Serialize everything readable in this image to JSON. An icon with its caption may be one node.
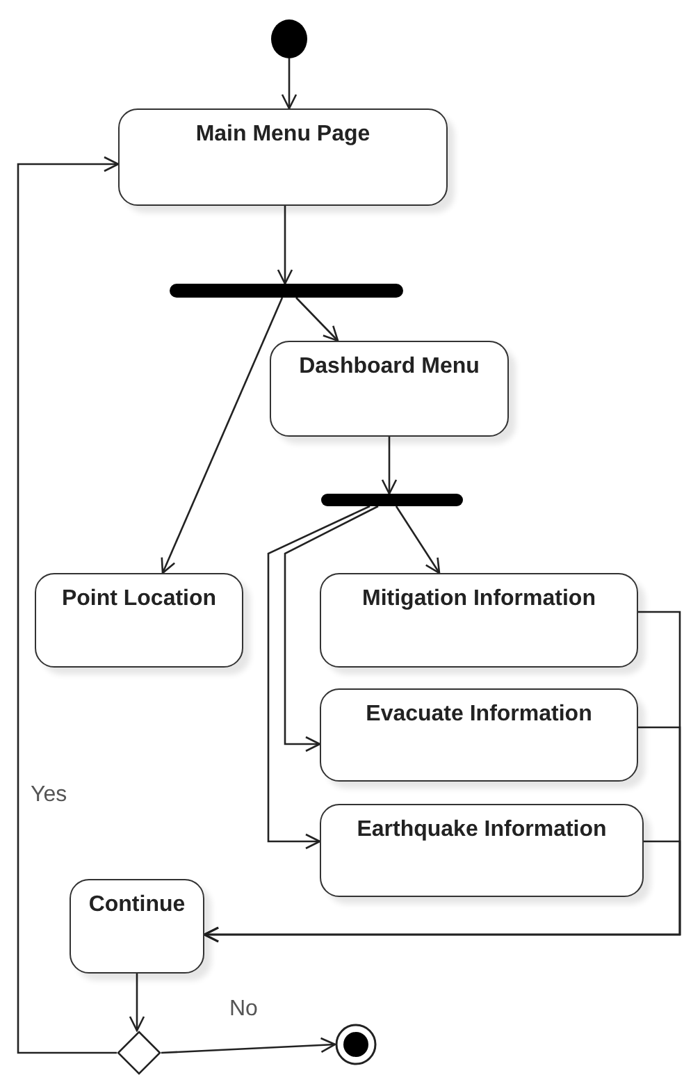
{
  "diagram": {
    "nodes": [
      {
        "text": [],
        "shape": "circle"
      },
      {
        "text": [
          "Main Menu Page"
        ]
      },
      {
        "text": [],
        "shape": "bar"
      },
      {
        "text": [
          "Dashboard Menu"
        ]
      },
      {
        "text": [],
        "shape": "bar"
      },
      {
        "text": [
          "Point Location"
        ]
      },
      {
        "text": [
          "Mitigation Information"
        ]
      },
      {
        "text": [
          "Evacuate Information"
        ]
      },
      {
        "text": [
          "Earthquake Information"
        ]
      },
      {
        "text": [
          "Continue"
        ]
      },
      {
        "text": [],
        "shape": "diamond"
      },
      {
        "text": [],
        "shape": "circle"
      }
    ],
    "edges": [
      {
        "from": 0,
        "to": 1,
        "arrow": "to"
      },
      {
        "from": 1,
        "to": 2,
        "arrow": "to"
      },
      {
        "from": 2,
        "to": 3,
        "arrow": "to"
      },
      {
        "from": 2,
        "to": 5,
        "arrow": "to"
      },
      {
        "from": 3,
        "to": 4,
        "arrow": "to"
      },
      {
        "from": 4,
        "to": 6,
        "arrow": "to"
      },
      {
        "from": 4,
        "to": 7,
        "arrow": "to"
      },
      {
        "from": 4,
        "to": 8,
        "arrow": "to"
      },
      {
        "from": 6,
        "to": 9,
        "arrow": "to"
      },
      {
        "from": 7,
        "to": 9,
        "arrow": "to"
      },
      {
        "from": 8,
        "to": 9,
        "arrow": "to"
      },
      {
        "from": 9,
        "to": 10,
        "arrow": "to"
      },
      {
        "from": 10,
        "to": 11,
        "label": "No",
        "arrow": "to"
      },
      {
        "from": 10,
        "to": 1,
        "label": "Yes",
        "arrow": "to"
      }
    ]
  }
}
